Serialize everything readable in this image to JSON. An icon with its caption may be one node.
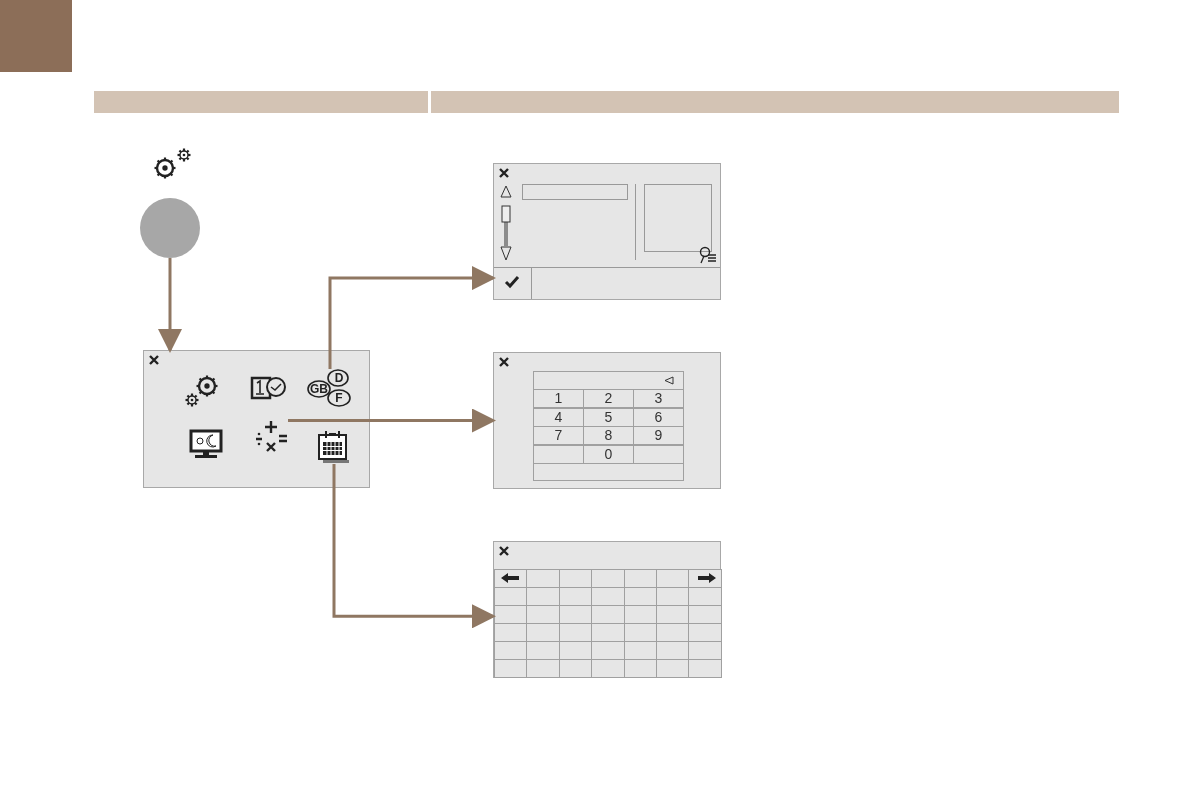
{
  "diagram": {
    "nodes": [
      {
        "text": [],
        "shape": "circle"
      },
      {
        "text": [],
        "shape": "box"
      },
      {
        "text": [
          "D",
          "GB",
          "F"
        ],
        "in": 1
      },
      {
        "text": [],
        "shape": "picture",
        "in": 1
      },
      {
        "text": [],
        "shape": "picture",
        "in": 1
      },
      {
        "text": [],
        "shape": "box"
      },
      {
        "text": [],
        "shape": "box"
      },
      {
        "text": [],
        "shape": "box"
      }
    ],
    "edges": [
      {
        "from": 0,
        "to": 1,
        "arrow": "to"
      },
      {
        "from": 2,
        "to": 5,
        "arrow": "to"
      },
      {
        "from": 3,
        "to": 6,
        "arrow": "to"
      },
      {
        "from": 4,
        "to": 7,
        "arrow": "to"
      }
    ],
    "labels": [
      "1",
      "2",
      "3",
      "4",
      "5",
      "6",
      "7",
      "8",
      "9",
      "0"
    ]
  }
}
